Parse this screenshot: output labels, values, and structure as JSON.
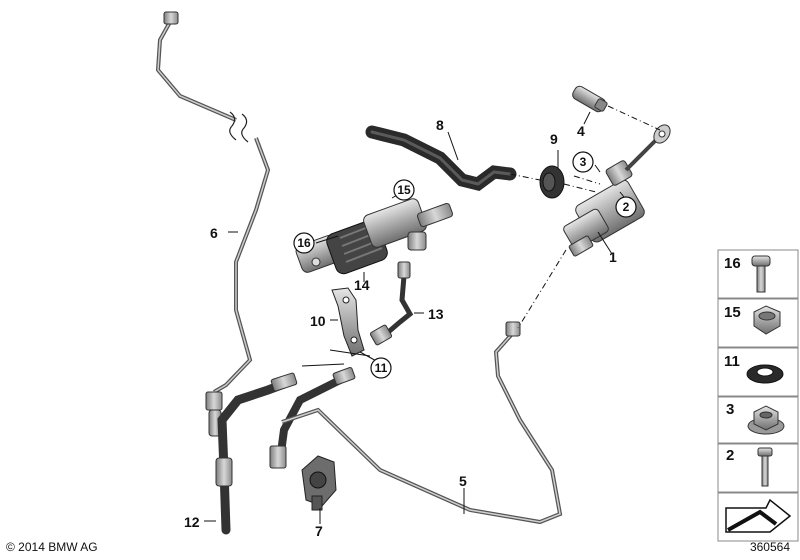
{
  "callouts": {
    "c1": "1",
    "c2": "2",
    "c3": "3",
    "c4": "4",
    "c5": "5",
    "c6": "6",
    "c7": "7",
    "c8": "8",
    "c9": "9",
    "c10": "10",
    "c11": "11",
    "c12": "12",
    "c13": "13",
    "c14": "14",
    "c15": "15",
    "c16": "16"
  },
  "legend": [
    {
      "label": "16",
      "part": "bolt"
    },
    {
      "label": "15",
      "part": "hex-nut"
    },
    {
      "label": "11",
      "part": "grommet"
    },
    {
      "label": "3",
      "part": "flange-nut"
    },
    {
      "label": "2",
      "part": "screw"
    }
  ],
  "footer": {
    "copyright": "© 2014 BMW AG",
    "diagram_id": "360564"
  },
  "colors": {
    "line": "#111111",
    "part_fill": "#b9b9b9",
    "hose": "#3a3a3a",
    "legend_border": "#888888",
    "legend_fill": "#ffffff"
  }
}
